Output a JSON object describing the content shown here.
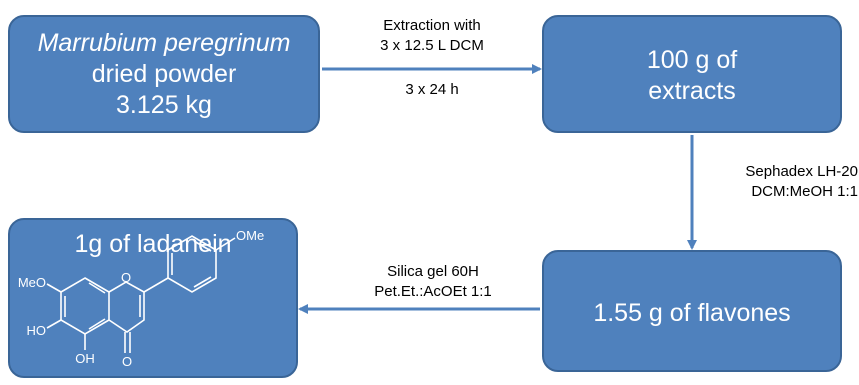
{
  "nodes": {
    "powder": {
      "species": "Marrubium peregrinum",
      "line2": "dried powder",
      "line3": "3.125 kg"
    },
    "extract": {
      "line1": "100 g of",
      "line2": "extracts"
    },
    "flavones": {
      "label": "1.55 g of flavones"
    },
    "ladanein": {
      "title": "1g of ladanein",
      "substituents": {
        "ome_top": "OMe",
        "ome_left": "MeO",
        "ho": "HO",
        "oh": "OH",
        "o_ring": "O",
        "o_keto": "O"
      }
    }
  },
  "edges": {
    "extraction": {
      "line1": "Extraction with",
      "line2": "3 x 12.5 L DCM",
      "line3": "3 x 24 h"
    },
    "sephadex": {
      "line1": "Sephadex LH-20",
      "line2": "DCM:MeOH 1:1"
    },
    "silica": {
      "line1": "Silica gel 60H",
      "line2": "Pet.Et.:AcOEt 1:1"
    }
  },
  "colors": {
    "box_fill": "#4f81bd",
    "box_border": "#3a6597",
    "arrow": "#4f81bd",
    "molecule": "#ffffff"
  }
}
